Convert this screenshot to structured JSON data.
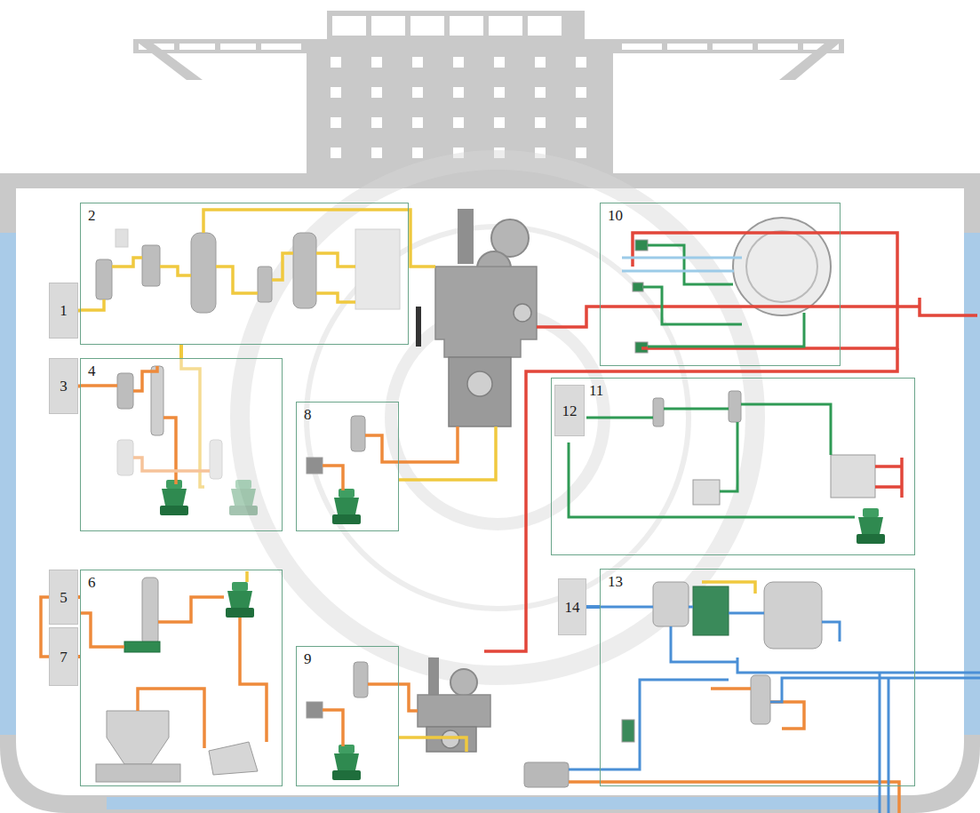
{
  "diagram": {
    "nodes": [
      {
        "text": [
          "1"
        ]
      },
      {
        "text": [
          "2"
        ]
      },
      {
        "text": [
          "3"
        ]
      },
      {
        "text": [
          "4"
        ]
      },
      {
        "text": [
          "5"
        ]
      },
      {
        "text": [
          "6"
        ]
      },
      {
        "text": [
          "7"
        ]
      },
      {
        "text": [
          "8"
        ]
      },
      {
        "text": [
          "9"
        ]
      },
      {
        "text": [
          "10"
        ]
      },
      {
        "text": [
          "11"
        ]
      },
      {
        "text": [
          "12"
        ],
        "in": 10
      },
      {
        "text": [
          "13"
        ]
      },
      {
        "text": [
          "14"
        ]
      }
    ],
    "edges": [
      {
        "from": 0,
        "to": 1,
        "arrow": "none"
      },
      {
        "from": 2,
        "to": 3,
        "arrow": "none"
      },
      {
        "from": 4,
        "to": 5,
        "arrow": "none"
      },
      {
        "from": 6,
        "to": 5,
        "arrow": "none"
      },
      {
        "from": 1,
        "to": 3,
        "arrow": "none"
      },
      {
        "from": 13,
        "to": 12,
        "arrow": "none"
      }
    ]
  }
}
